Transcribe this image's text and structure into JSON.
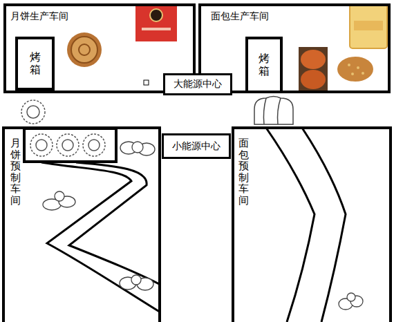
{
  "diagram": {
    "nodes": [
      {
        "text": [
          "月饼生产车间"
        ]
      },
      {
        "text": [
          "烤箱"
        ],
        "in": 0
      },
      {
        "text": [
          "面包生产车间"
        ]
      },
      {
        "text": [
          "烤箱"
        ],
        "in": 2
      },
      {
        "text": [
          "大能源中心"
        ]
      },
      {
        "text": [
          "小能源中心"
        ]
      },
      {
        "text": [
          "月饼预制车间"
        ]
      },
      {
        "text": [
          "面包预制车间"
        ]
      }
    ]
  }
}
